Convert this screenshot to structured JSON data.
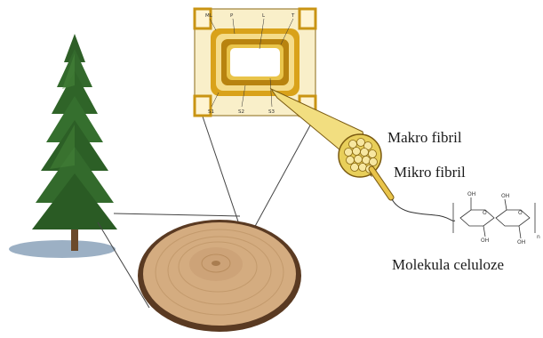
{
  "labels": {
    "makro_fibril": "Makro fibril",
    "mikro_fibril": "Mikro fibril",
    "molekula": "Molekula celuloze"
  },
  "cell_wall_labels": {
    "ml": "ML",
    "p": "P",
    "l": "L",
    "t": "T",
    "s1": "S1",
    "s2": "S2",
    "s3": "S3"
  },
  "chem_labels": {
    "oh": "OH",
    "o": "O",
    "n": "n"
  },
  "colors": {
    "cell_wall_gold": "#d9a21a",
    "cell_wall_light": "#f7e7a8",
    "fibril_fill": "#f0dc7a",
    "tree_green": "#2f6a2a",
    "wood_tan": "#d8b48a",
    "bark": "#5a3a22"
  },
  "icons": [
    "pine-tree-icon",
    "wood-log-icon"
  ]
}
